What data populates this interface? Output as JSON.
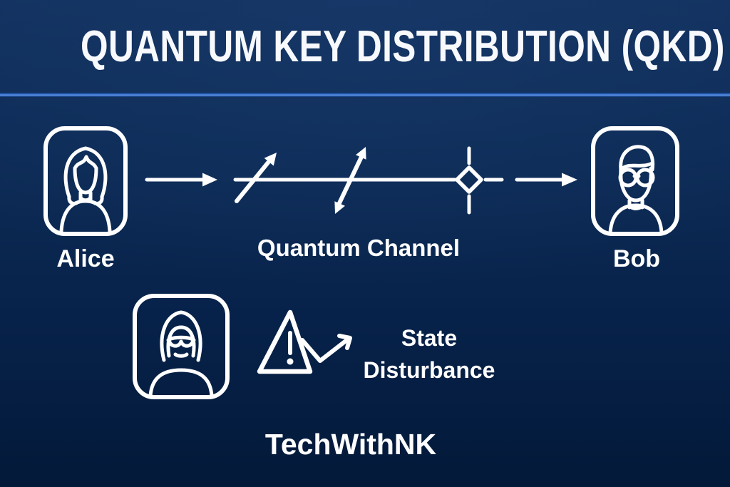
{
  "title": "QUANTUM KEY DISTRIBUTION (QKD)",
  "actors": {
    "alice": {
      "label": "Alice"
    },
    "bob": {
      "label": "Bob"
    }
  },
  "channel": {
    "label": "Quantum Channel"
  },
  "warning": {
    "line1": "State",
    "line2": "Disturbance"
  },
  "branding": {
    "label": "TechWithNK"
  },
  "colors": {
    "background_top": "#12315f",
    "background_bottom": "#031939",
    "divider_blue": "#2f6ac8",
    "channel_highlight": "#a7c6ea",
    "line_white": "#ffffff"
  }
}
